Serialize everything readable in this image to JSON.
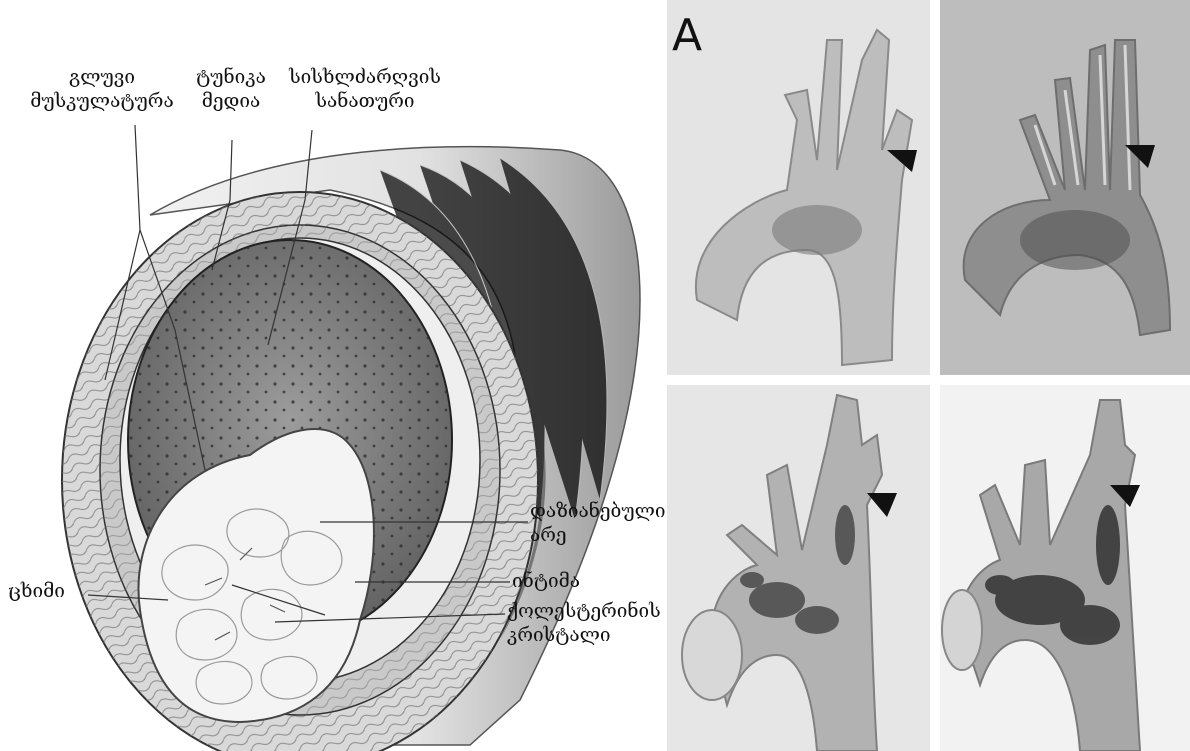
{
  "diagram": {
    "labels": {
      "smooth_muscle": [
        "გლუვი",
        "მუსკულატურა"
      ],
      "tunica_media": [
        "ტუნიკა",
        "მედია"
      ],
      "vasa_vasorum": [
        "სისხლძარღვის",
        "სანათური"
      ],
      "damaged_area": [
        "დაზიანებული",
        "არე"
      ],
      "intima": "ინტიმა",
      "fat": "ცხიმი",
      "cholesterol_crystal": [
        "ქოლესტერინის",
        "კრისტალი"
      ]
    }
  },
  "photo_panel": {
    "letter": "A",
    "panels": [
      {
        "name": "top-left",
        "stain": "light",
        "arrowhead": true
      },
      {
        "name": "top-right",
        "stain": "light",
        "arrowhead": true
      },
      {
        "name": "bottom-left",
        "stain": "dark-patches",
        "arrowhead": true
      },
      {
        "name": "bottom-right",
        "stain": "heavy-patches",
        "arrowhead": true
      }
    ]
  }
}
